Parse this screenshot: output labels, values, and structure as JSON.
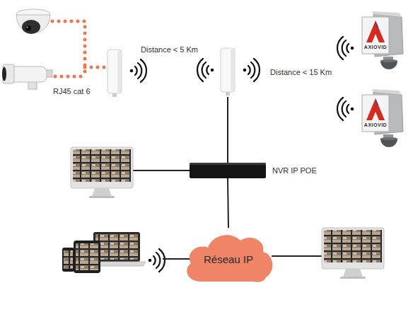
{
  "diagram": {
    "nodes": [
      {
        "text": [
          "AXIOVID"
        ]
      },
      {
        "text": [
          "AXIOVID"
        ]
      },
      {
        "text": [
          "NVR IP POE"
        ]
      },
      {
        "text": [
          "Réseau IP"
        ]
      }
    ],
    "edges": [
      {
        "from": 2,
        "to": 3,
        "arrow": "none"
      }
    ],
    "labels": [
      "RJ45 cat 6",
      "Distance < 5 Km",
      "Distance < 15 Km"
    ]
  }
}
